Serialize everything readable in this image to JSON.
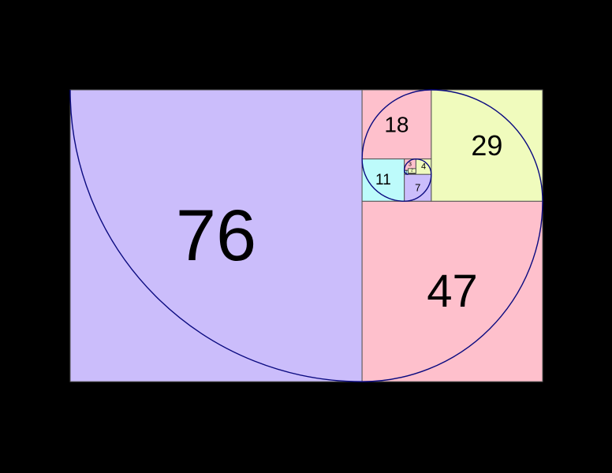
{
  "diagram": {
    "background_color": "#000000",
    "spiral_color": "#0a0a80",
    "squares": [
      {
        "label": "76",
        "size": 76,
        "color": "#cbbdfb"
      },
      {
        "label": "47",
        "size": 47,
        "color": "#fec0cc"
      },
      {
        "label": "29",
        "size": 29,
        "color": "#f0fbbd"
      },
      {
        "label": "18",
        "size": 18,
        "color": "#fec0cc"
      },
      {
        "label": "11",
        "size": 11,
        "color": "#bdfbfb"
      },
      {
        "label": "7",
        "size": 7,
        "color": "#cbbdfb"
      },
      {
        "label": "4",
        "size": 4,
        "color": "#f0fbbd"
      },
      {
        "label": "3",
        "size": 3,
        "color": "#fec0cc"
      },
      {
        "label": "1",
        "size": 1,
        "color": "#bdfbfb"
      },
      {
        "label": "2",
        "size": 2,
        "color": "#f0fbbd"
      }
    ]
  }
}
